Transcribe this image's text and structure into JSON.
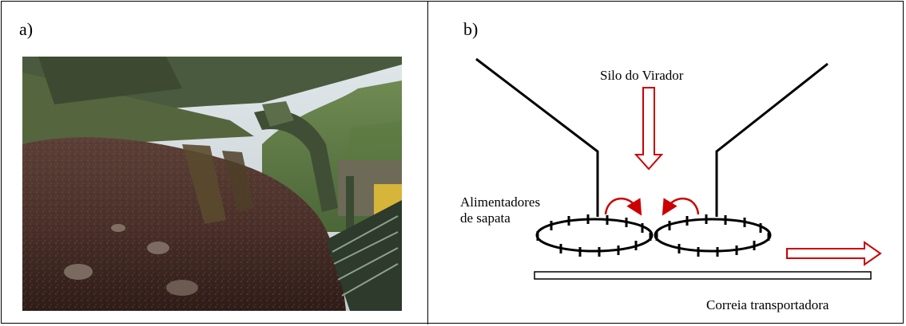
{
  "panels": {
    "a": {
      "label": "a)"
    },
    "b": {
      "label": "b)"
    }
  },
  "diagram": {
    "silo_label": "Silo do Virador",
    "feeders_label_line1": "Alimentadores",
    "feeders_label_line2": "de sapata",
    "belt_label": "Correia transportadora"
  },
  "colors": {
    "arrow": "#cc0000",
    "line": "#000000"
  }
}
